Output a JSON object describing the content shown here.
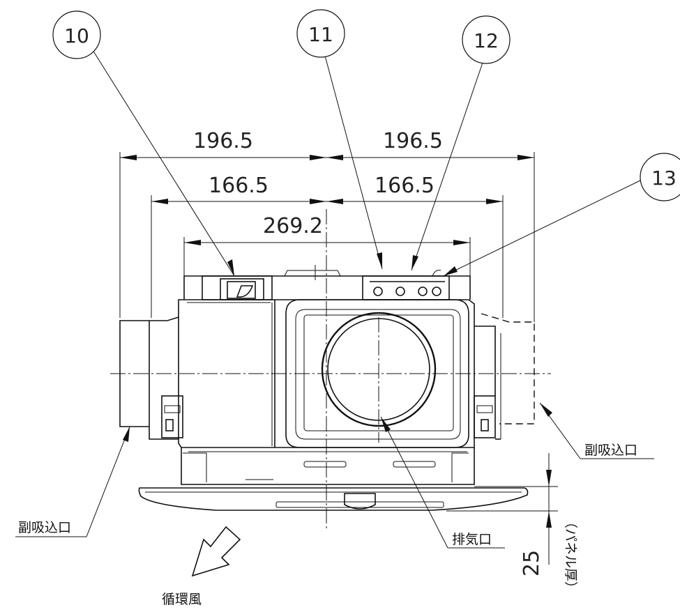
{
  "dimensions": {
    "outer_left": "196.5",
    "outer_right": "196.5",
    "inner_left": "166.5",
    "inner_right": "166.5",
    "terminal_span": "269.2",
    "panel_thickness": "25"
  },
  "balloons": [
    "10",
    "11",
    "12",
    "13"
  ],
  "labels": {
    "sub_intake_left": "副吸込口",
    "sub_intake_right": "副吸込口",
    "exhaust": "排気口",
    "circulating_air": "循環風",
    "panel_thickness_note": "（パネル厚）"
  }
}
